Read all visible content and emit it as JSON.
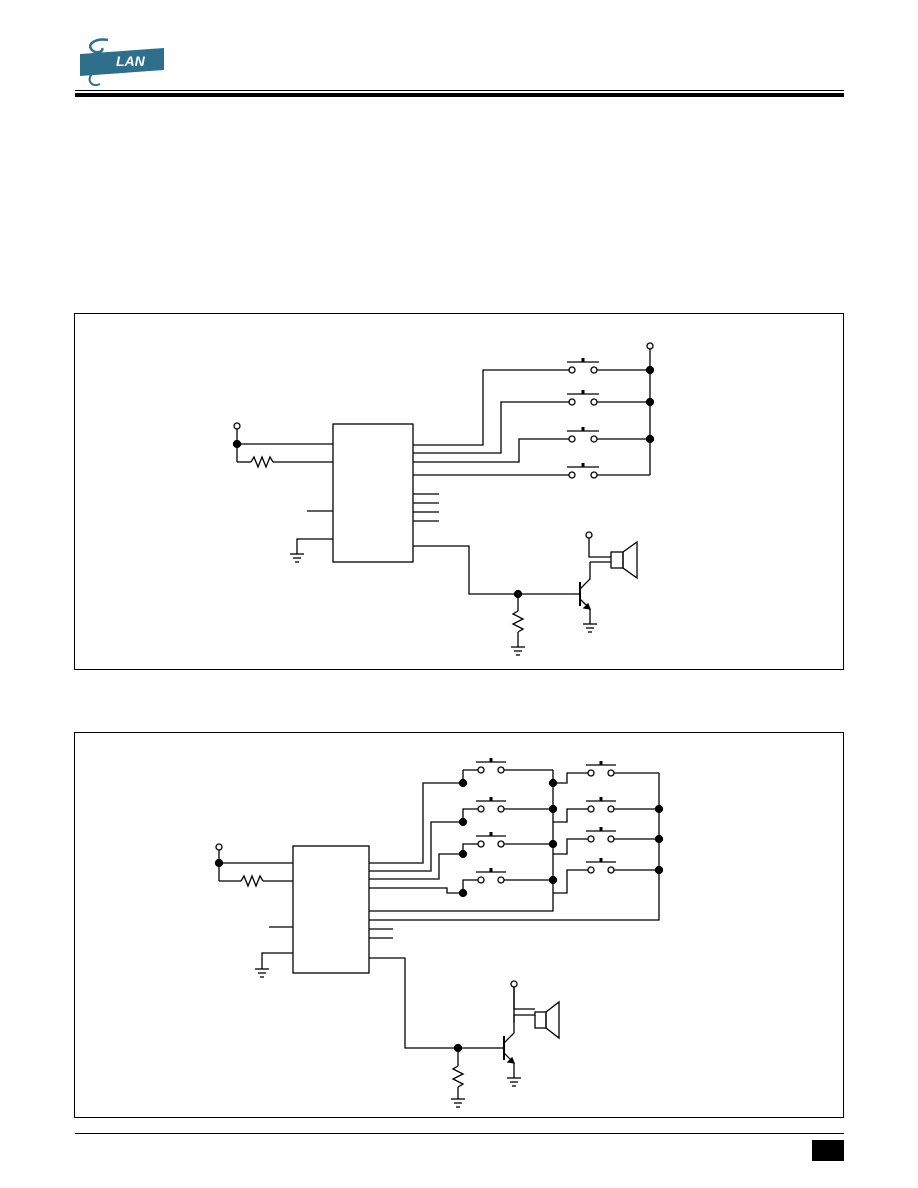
{
  "header": {
    "brand": {
      "logo_text": "LAN",
      "logo_color": "#2f6f8c"
    }
  },
  "figures": [
    {
      "id": "circuit-a",
      "switch_count": 4,
      "key_matrix": "4 keys",
      "icon": "schematic"
    },
    {
      "id": "circuit-b",
      "switch_count": 8,
      "key_matrix": "8 keys",
      "icon": "schematic"
    }
  ],
  "footer": {
    "page_number": ""
  }
}
